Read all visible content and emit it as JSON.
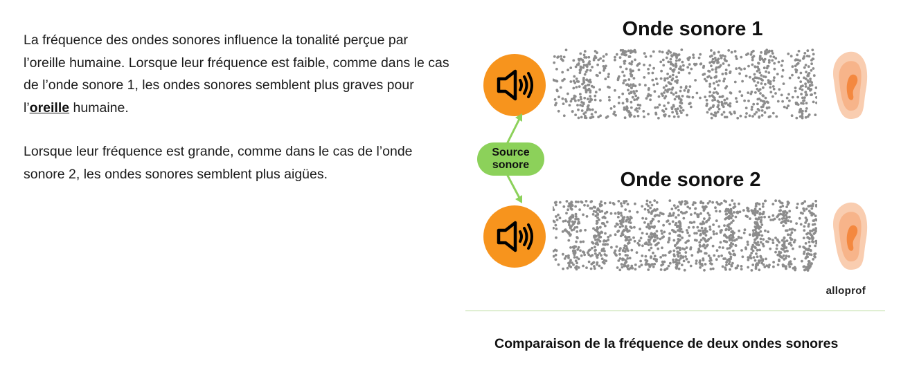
{
  "text": {
    "paragraph1_part1": "La fréquence des ondes sonores influence la tonalité perçue par l’oreille humaine. Lorsque leur fréquence est faible, comme dans le cas de l’onde sonore 1, les ondes sonores semblent plus graves pour l’",
    "paragraph1_link": "oreille",
    "paragraph1_part2": " humaine.",
    "paragraph2": "Lorsque leur fréquence est grande, comme dans le cas de l’onde sonore 2, les ondes sonores semblent plus aigües."
  },
  "figure": {
    "wave1_title": "Onde sonore 1",
    "wave2_title": "Onde sonore 2",
    "source_label": "Source sonore",
    "brand": "alloprof",
    "wave1_compressions": 6,
    "wave2_compressions": 10,
    "icons": [
      "speaker-icon",
      "ear-icon",
      "arrow-icon"
    ],
    "colors": {
      "speaker": "#f7941d",
      "source": "#8cd15a",
      "dots": "#8c8c8c",
      "ear": "#f7b48a",
      "ear_inner": "#f4883f"
    }
  },
  "caption": "Comparaison de la fréquence de deux ondes sonores"
}
